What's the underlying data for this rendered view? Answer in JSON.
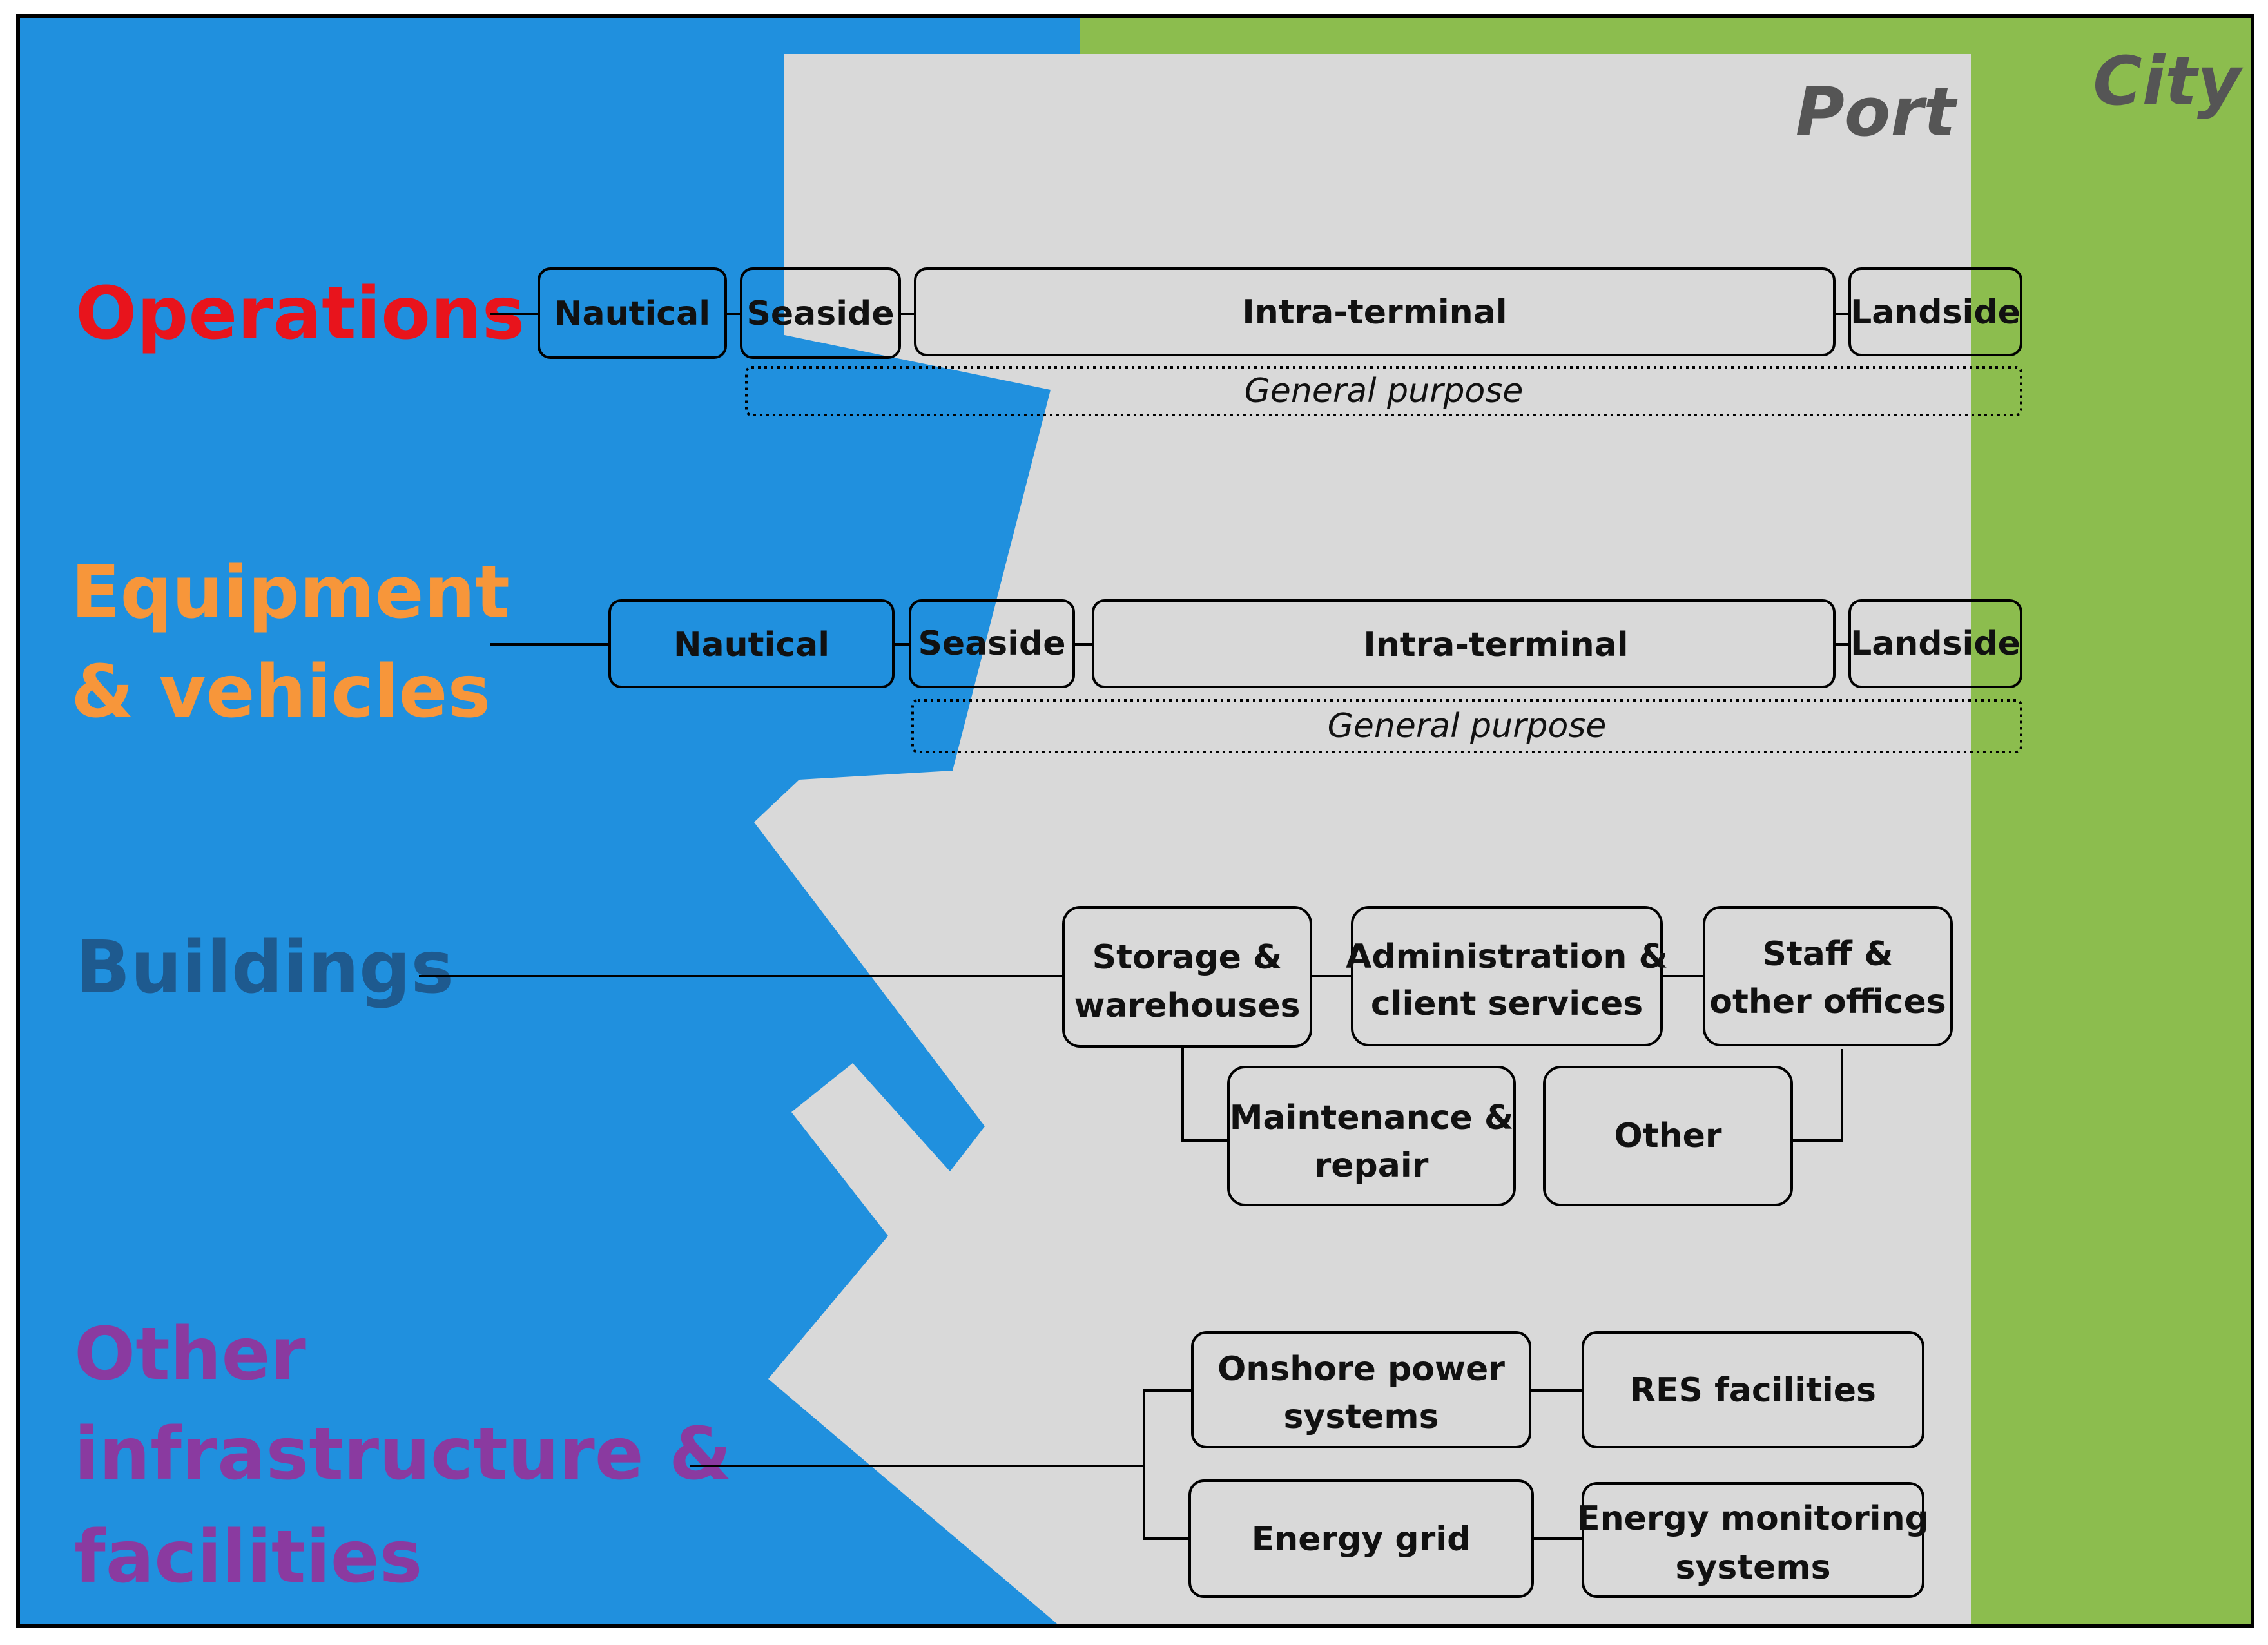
{
  "regions": {
    "port": "Port",
    "city": "City"
  },
  "colors": {
    "sea": "#2090DE",
    "port": "#D9D9D9",
    "city": "#8CBD4E",
    "operations": "#E8141C",
    "equipment": "#F7963A",
    "buildings": "#1E5A8F",
    "other": "#8A3AA0",
    "region_label": "#555555"
  },
  "categories": {
    "operations": "Operations",
    "equipment": {
      "line1": "Equipment",
      "line2": "& vehicles"
    },
    "buildings": "Buildings",
    "other": {
      "line1": "Other",
      "line2": "infrastructure &",
      "line3": "facilities"
    }
  },
  "operations_row": {
    "nautical": "Nautical",
    "seaside": "Seaside",
    "intra_terminal": "Intra-terminal",
    "landside": "Landside",
    "general_purpose": "General purpose"
  },
  "equipment_row": {
    "nautical": "Nautical",
    "seaside": "Seaside",
    "intra_terminal": "Intra-terminal",
    "landside": "Landside",
    "general_purpose": "General purpose"
  },
  "buildings_row": {
    "storage": {
      "line1": "Storage &",
      "line2": "warehouses"
    },
    "administration": {
      "line1": "Administration &",
      "line2": "client services"
    },
    "staff": {
      "line1": "Staff &",
      "line2": "other offices"
    },
    "maintenance": {
      "line1": "Maintenance &",
      "line2": "repair"
    },
    "other": "Other"
  },
  "other_row": {
    "onshore": {
      "line1": "Onshore power",
      "line2": "systems"
    },
    "res": "RES facilities",
    "grid": "Energy grid",
    "monitoring": {
      "line1": "Energy monitoring",
      "line2": "systems"
    }
  }
}
